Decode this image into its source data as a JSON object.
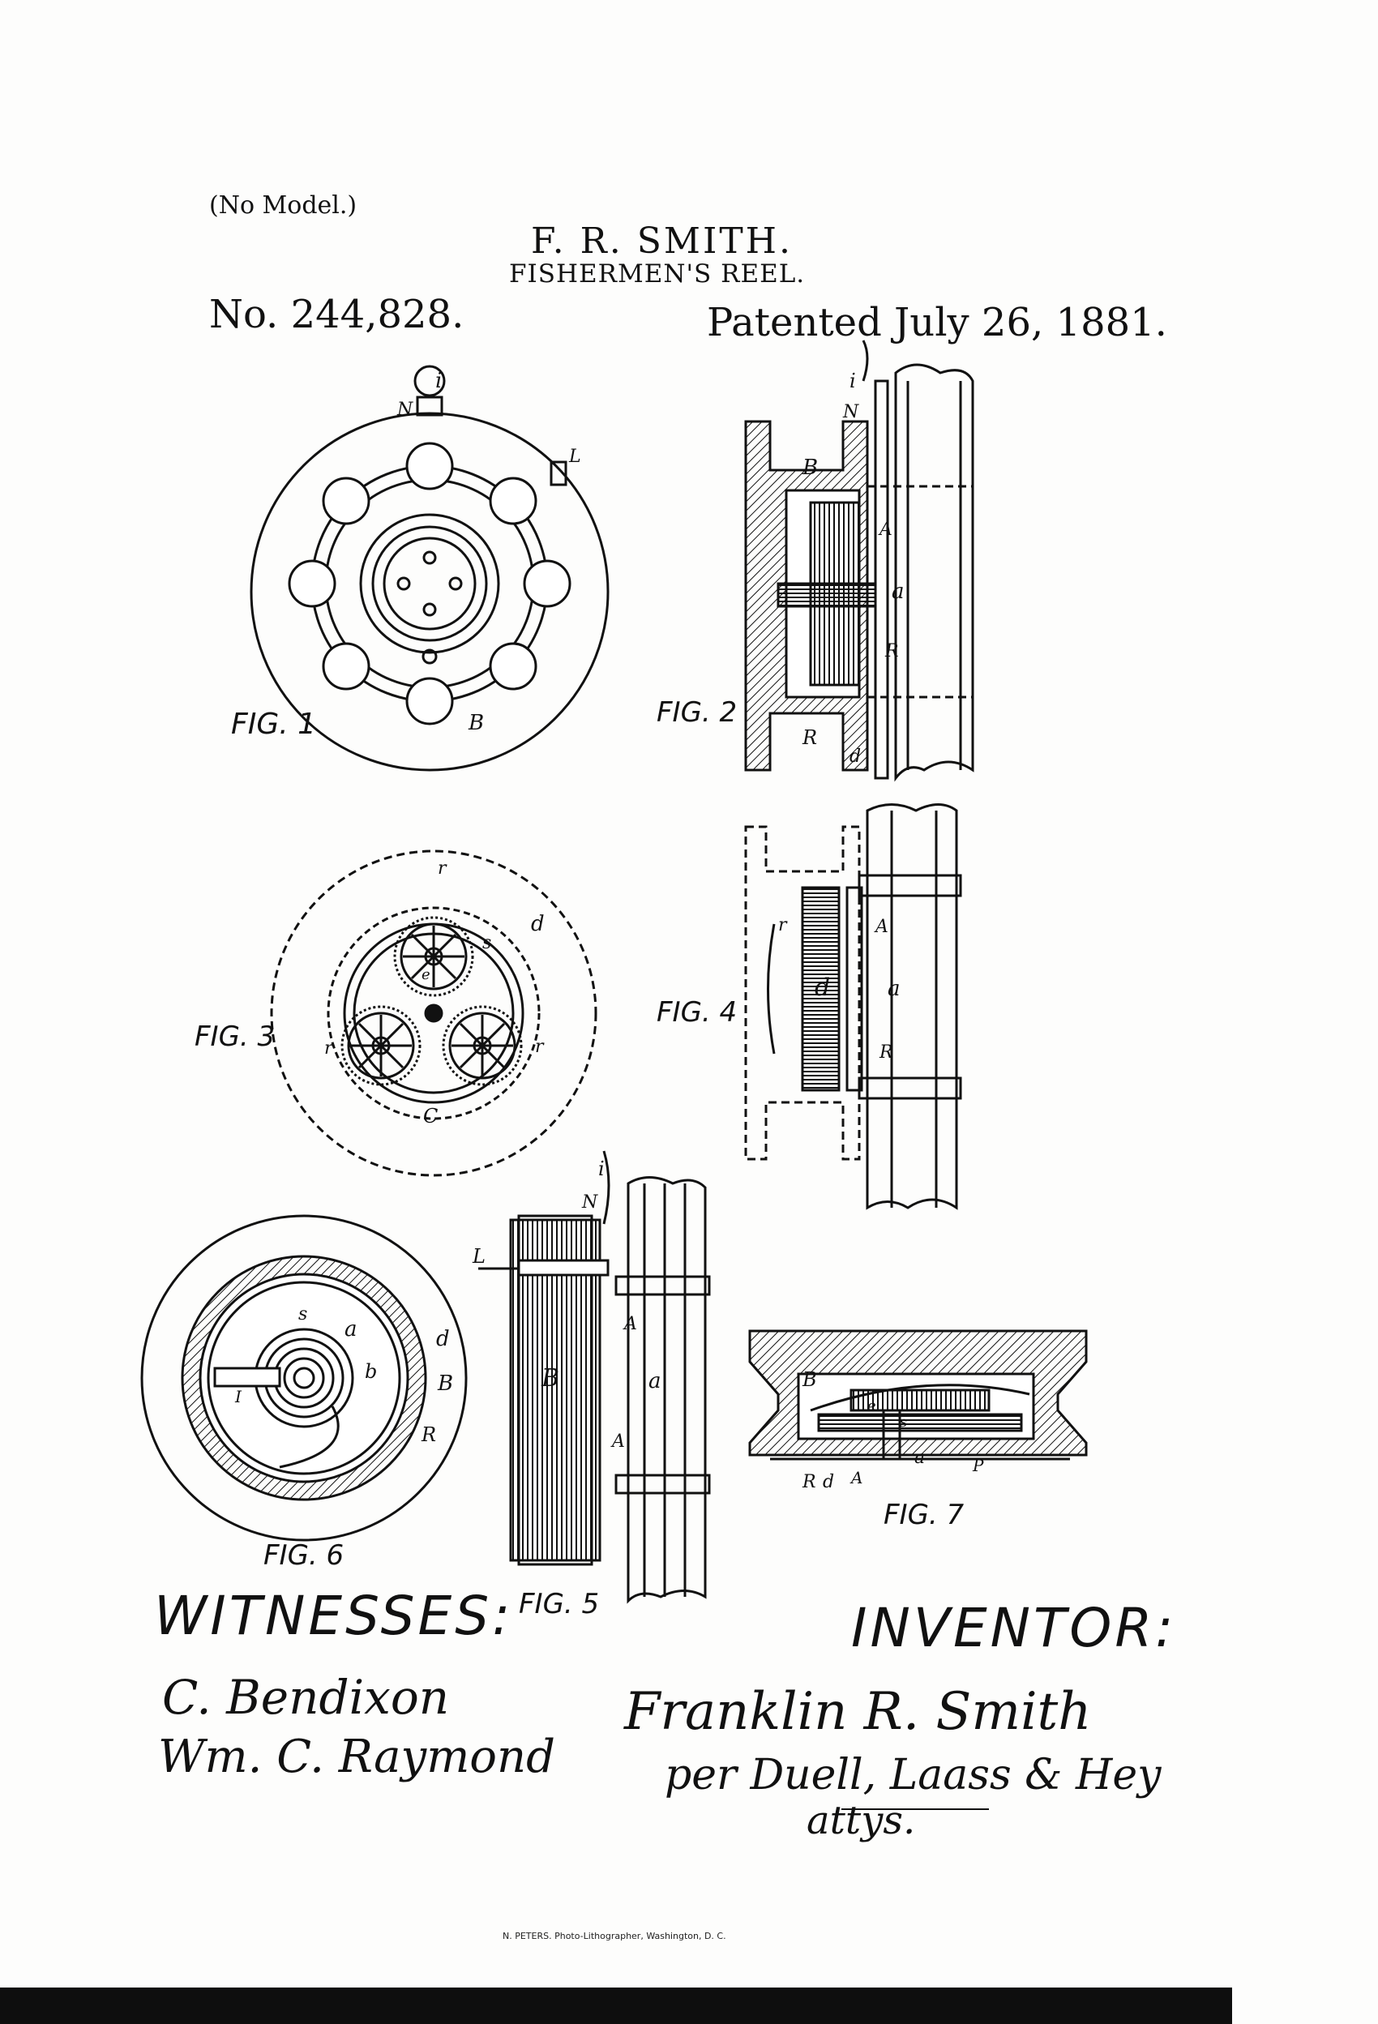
{
  "header": {
    "no_model": "(No Model.)",
    "inventor_name": "F. R. SMITH.",
    "title": "FISHERMEN'S REEL.",
    "patent_number": "No. 244,828.",
    "patent_date": "Patented July 26, 1881."
  },
  "figures": {
    "fig1": "FIG. 1",
    "fig2": "FIG. 2",
    "fig3": "FIG. 3",
    "fig4": "FIG. 4",
    "fig5": "FIG. 5",
    "fig6": "FIG. 6",
    "fig7": "FIG. 7"
  },
  "reference_letters": {
    "i": "i",
    "N": "N",
    "L": "L",
    "B": "B",
    "A": "A",
    "a": "a",
    "R": "R",
    "d": "d",
    "r": "r",
    "e": "e",
    "s": "s",
    "b": "b",
    "C": "C",
    "I": "I",
    "P": "P"
  },
  "witnesses": {
    "label": "WITNESSES:",
    "names": [
      "C. Bendixon",
      "Wm. C. Raymond"
    ]
  },
  "inventor": {
    "label": "INVENTOR:",
    "signature": "Franklin R. Smith",
    "attorneys": "per Duell, Laass & Hey",
    "attys_suffix": "attys."
  },
  "footer": {
    "lithographer": "N. PETERS. Photo-Lithographer, Washington, D. C."
  }
}
